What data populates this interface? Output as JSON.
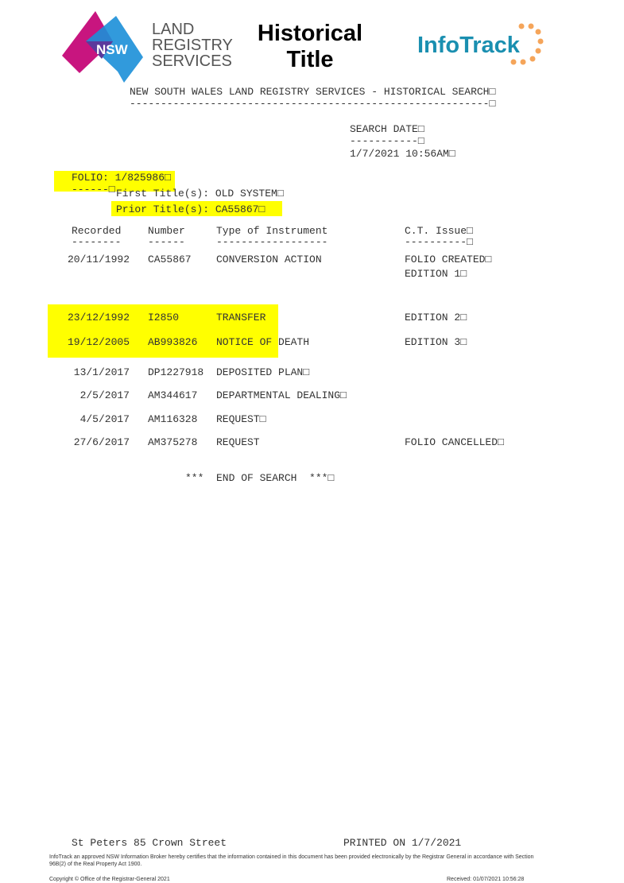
{
  "header": {
    "logo_nsw": "NSW",
    "logo_lrs": [
      "LAND",
      "REGISTRY",
      "SERVICES"
    ],
    "title_line1": "Historical",
    "title_line2": "Title",
    "logo_infotrack": "InfoTrack"
  },
  "search_heading": "NEW SOUTH WALES LAND REGISTRY SERVICES - HISTORICAL SEARCH□",
  "search_heading_rule": "----------------------------------------------------------□",
  "search_date": {
    "label": "SEARCH DATE□",
    "rule": "-----------□",
    "value": "1/7/2021 10:56AM□"
  },
  "folio": {
    "label": "FOLIO: 1/825986□",
    "rule": "------□"
  },
  "first_title": "First Title(s): OLD SYSTEM□",
  "prior_title": "Prior Title(s): CA55867□",
  "table": {
    "headers": [
      "Recorded",
      "Number",
      "Type of Instrument",
      "C.T. Issue□"
    ],
    "rules": [
      "--------",
      "------",
      "------------------",
      "----------□"
    ],
    "rows": [
      {
        "recorded": "20/11/1992",
        "number": "CA55867",
        "type": "CONVERSION ACTION",
        "ct": "FOLIO CREATED□",
        "ct2": "EDITION 1□"
      },
      {
        "recorded": "23/12/1992",
        "number": "I2850",
        "type": "TRANSFER",
        "ct": "EDITION 2□"
      },
      {
        "recorded": "19/12/2005",
        "number": "AB993826",
        "type": "NOTICE OF DEATH",
        "ct": "EDITION 3□"
      },
      {
        "recorded": "13/1/2017",
        "number": "DP1227918",
        "type": "DEPOSITED PLAN□",
        "ct": ""
      },
      {
        "recorded": "2/5/2017",
        "number": "AM344617",
        "type": "DEPARTMENTAL DEALING□",
        "ct": ""
      },
      {
        "recorded": "4/5/2017",
        "number": "AM116328",
        "type": "REQUEST□",
        "ct": ""
      },
      {
        "recorded": "27/6/2017",
        "number": "AM375278",
        "type": "REQUEST",
        "ct": "FOLIO CANCELLED□"
      }
    ]
  },
  "end_of_search": "***  END OF SEARCH  ***□",
  "footer": {
    "address": "St Peters 85 Crown Street",
    "printed": "PRINTED ON 1/7/2021",
    "certification": "InfoTrack an approved NSW Information Broker hereby certifies that the information contained in this document has been provided electronically by the Registrar General in accordance with Section 96B(2) of the Real Property Act 1900.",
    "copyright": "Copyright © Office of the Registrar-General 2021",
    "received": "Received: 01/07/2021 10:56:28"
  },
  "colors": {
    "highlight": "#ffff00",
    "nsw_pink": "#d6127a",
    "nsw_blue": "#0a8ad6",
    "infotrack_blue": "#1a8fb0",
    "infotrack_orange": "#f5a55a"
  }
}
